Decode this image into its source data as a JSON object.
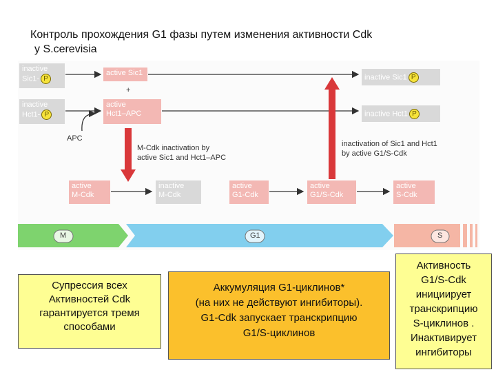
{
  "title_line1": "Контроль прохождения G1 фазы путем изменения активности Cdk",
  "title_line2": "у S.cerevisia",
  "diagram": {
    "inactive_sic1_left": [
      "inactive",
      "Sic1-"
    ],
    "active_sic1": "active Sic1",
    "plus": "+",
    "inactive_hct1_left": [
      "inactive",
      "Hct1-"
    ],
    "active_hct1_apc": [
      "active",
      "Hct1–APC"
    ],
    "apc": "APC",
    "inactive_sic1_right": "inactive Sic1",
    "inactive_hct1_right": "inactive Hct1",
    "p_symbol": "P",
    "mcdk_note": [
      "M-Cdk inactivation by",
      "active Sic1 and Hct1–APC"
    ],
    "inact_note": [
      "inactivation of Sic1 and Hct1",
      "by active G1/S-Cdk"
    ],
    "active_mcdk": [
      "active",
      "M-Cdk"
    ],
    "inactive_mcdk": [
      "inactive",
      "M-Cdk"
    ],
    "active_g1cdk": [
      "active",
      "G1-Cdk"
    ],
    "active_g1scdk": [
      "active",
      "G1/S-Cdk"
    ],
    "active_scdk": [
      "active",
      "S-Cdk"
    ],
    "phase_m": "M",
    "phase_g1": "G1",
    "phase_s": "S"
  },
  "colors": {
    "pink": "#f3b8b4",
    "red_arrow": "#d9383a",
    "m_band": "#7ed36e",
    "g1_band": "#82cfee",
    "s_band": "#f5b6a5",
    "yellow_box": "#fefe93",
    "orange_box": "#fbc02c"
  },
  "notes": {
    "left": [
      "Супрессия всех",
      "Активностей Cdk",
      "гарантируется тремя",
      "способами"
    ],
    "middle": [
      "Аккумуляция G1-циклинов*",
      "(на них не действуют ингибиторы).",
      "G1-Cdk запускает транскрипцию",
      "G1/S-циклинов"
    ],
    "right": [
      "Активность",
      "G1/S-Cdk",
      "инициирует",
      "транскрипцию",
      "S-циклинов .",
      "Инактивирует",
      "ингибиторы"
    ]
  }
}
